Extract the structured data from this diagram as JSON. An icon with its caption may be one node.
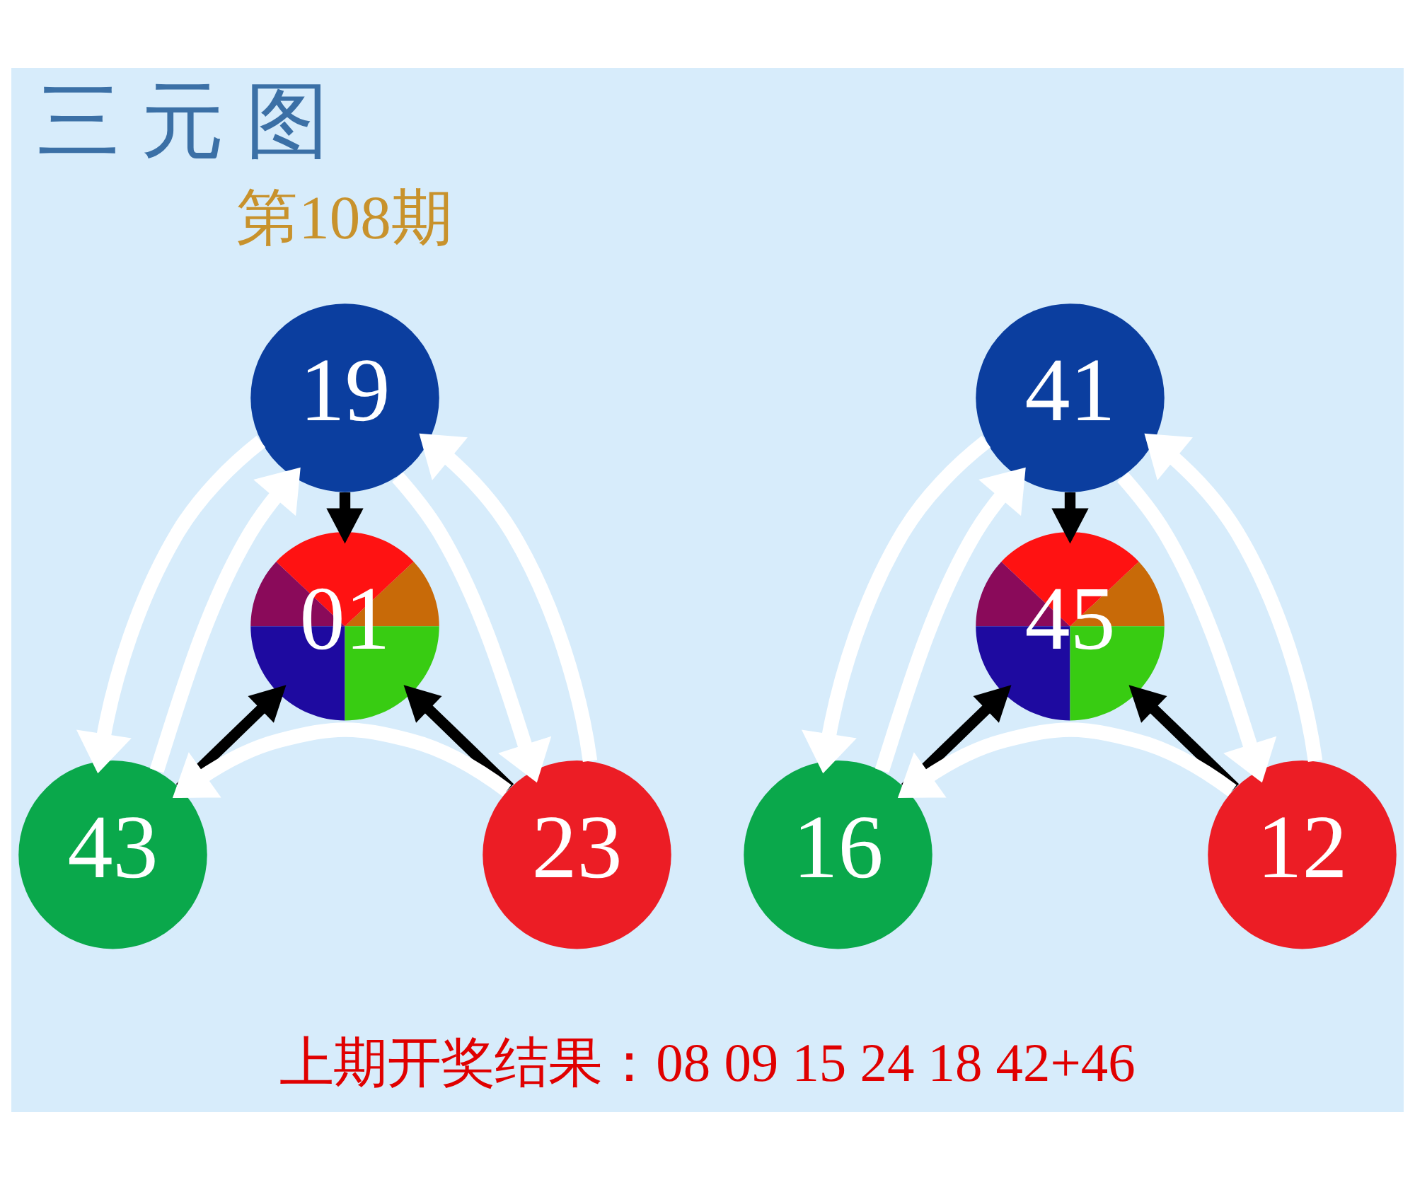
{
  "diagram": {
    "title": "三 元 图",
    "nodes": [
      {
        "text": [
          "19"
        ]
      },
      {
        "text": [
          "01"
        ]
      },
      {
        "text": [
          "43"
        ]
      },
      {
        "text": [
          "23"
        ]
      },
      {
        "text": [
          "41"
        ]
      },
      {
        "text": [
          "45"
        ]
      },
      {
        "text": [
          "16"
        ]
      },
      {
        "text": [
          "12"
        ]
      }
    ],
    "edges": [
      {
        "from": 0,
        "to": 1,
        "arrow": "to",
        "color": "#000000"
      },
      {
        "from": 2,
        "to": 1,
        "arrow": "to",
        "color": "#000000"
      },
      {
        "from": 3,
        "to": 1,
        "arrow": "to",
        "color": "#000000"
      },
      {
        "from": 0,
        "to": 2,
        "arrow": "to"
      },
      {
        "from": 3,
        "to": 0,
        "arrow": "to"
      },
      {
        "from": 3,
        "to": 2,
        "arrow": "to"
      },
      {
        "from": 2,
        "to": 0,
        "arrow": "to"
      },
      {
        "from": 0,
        "to": 3,
        "arrow": "to"
      },
      {
        "from": 4,
        "to": 5,
        "arrow": "to",
        "color": "#000000"
      },
      {
        "from": 6,
        "to": 5,
        "arrow": "to",
        "color": "#000000"
      },
      {
        "from": 7,
        "to": 5,
        "arrow": "to",
        "color": "#000000"
      },
      {
        "from": 4,
        "to": 6,
        "arrow": "to"
      },
      {
        "from": 7,
        "to": 4,
        "arrow": "to"
      },
      {
        "from": 7,
        "to": 6,
        "arrow": "to"
      },
      {
        "from": 6,
        "to": 4,
        "arrow": "to"
      },
      {
        "from": 4,
        "to": 7,
        "arrow": "to"
      }
    ],
    "labels": [
      "第108期",
      "上期开奖结果：08 09 15 24 18 42+46"
    ]
  }
}
